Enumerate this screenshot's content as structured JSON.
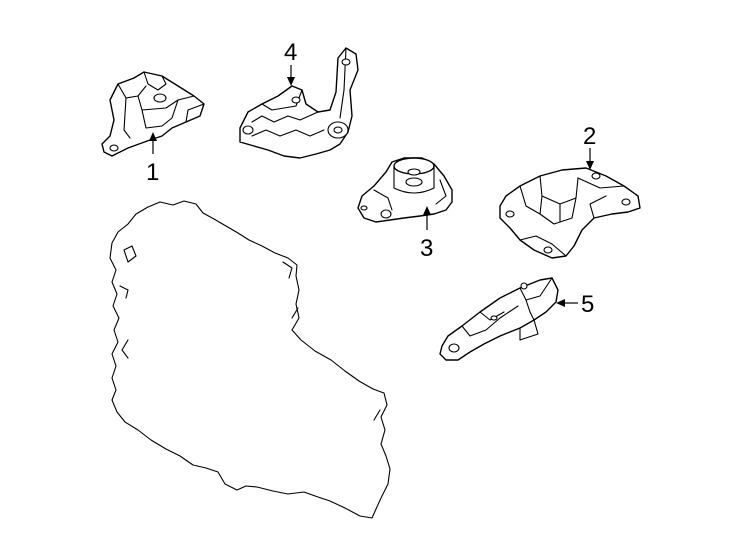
{
  "callouts": [
    {
      "id": "1",
      "label": "1",
      "part": "upper-right-engine-mount"
    },
    {
      "id": "2",
      "label": "2",
      "part": "transmission-mount"
    },
    {
      "id": "3",
      "label": "3",
      "part": "mount-insulator"
    },
    {
      "id": "4",
      "label": "4",
      "part": "engine-mount-bracket"
    },
    {
      "id": "5",
      "label": "5",
      "part": "torque-strut-mount"
    }
  ],
  "colors": {
    "line": "#000000",
    "background": "#ffffff"
  }
}
